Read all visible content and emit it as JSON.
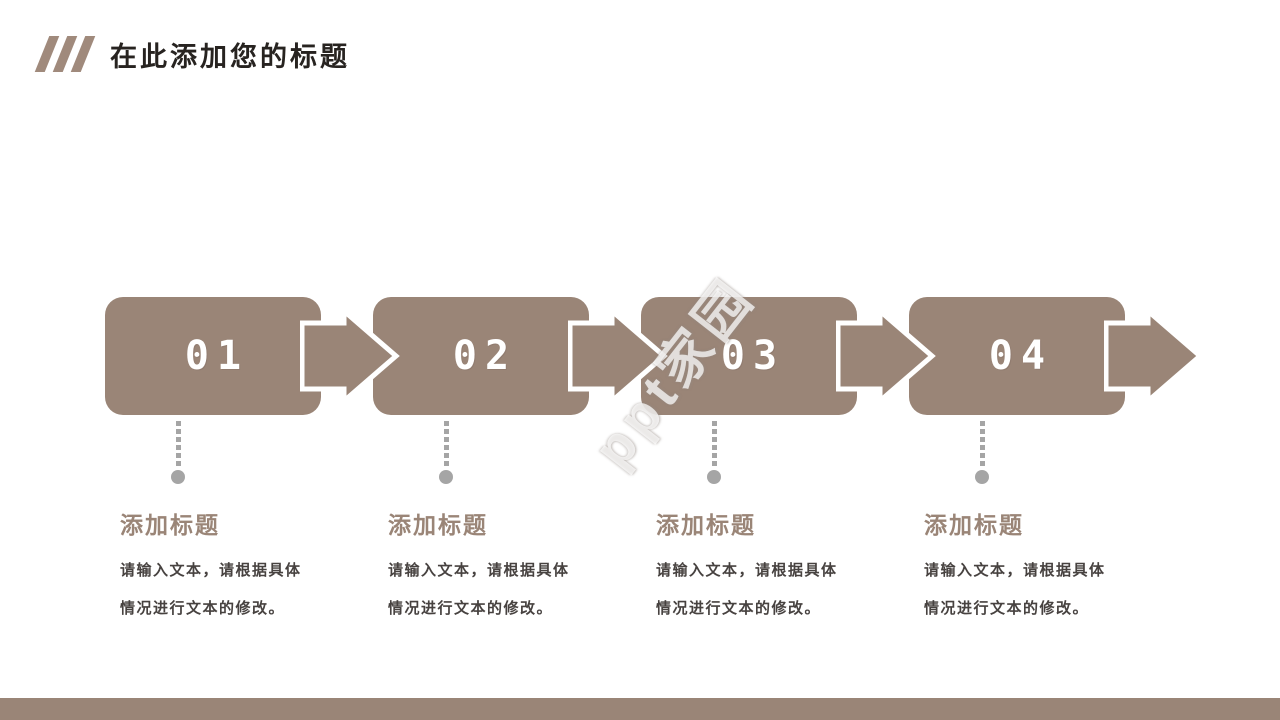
{
  "title": {
    "text": "在此添加您的标题"
  },
  "watermark": {
    "text": "ppt家园"
  },
  "steps": [
    {
      "number": "01",
      "heading": "添加标题",
      "body_line1": "请输入文本，请根据具体",
      "body_line2": "情况进行文本的修改。"
    },
    {
      "number": "02",
      "heading": "添加标题",
      "body_line1": "请输入文本，请根据具体",
      "body_line2": "情况进行文本的修改。"
    },
    {
      "number": "03",
      "heading": "添加标题",
      "body_line1": "请输入文本，请根据具体",
      "body_line2": "情况进行文本的修改。"
    },
    {
      "number": "04",
      "heading": "添加标题",
      "body_line1": "请输入文本，请根据具体",
      "body_line2": "情况进行文本的修改。"
    }
  ],
  "colors": {
    "accent": "#9a8577",
    "slash_accent": "#a08a7c",
    "title_text": "#272320",
    "body_text": "#474240",
    "connector_gray": "#a5a5a5",
    "number_text": "#ffffff"
  }
}
